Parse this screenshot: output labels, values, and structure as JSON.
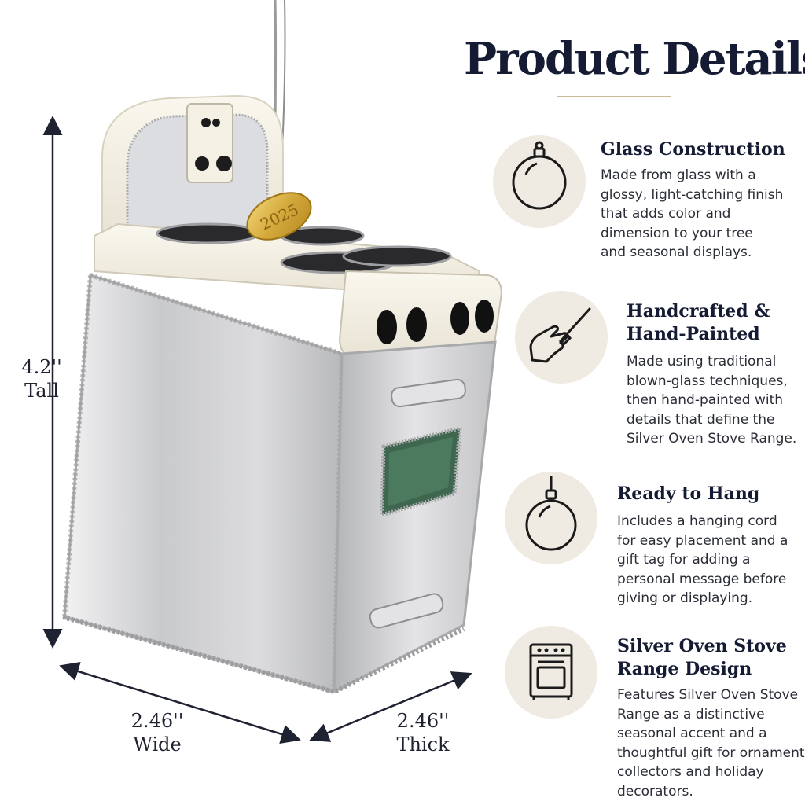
{
  "header": {
    "title": "Product Details"
  },
  "product_image": {
    "tag_text": "2025",
    "dimensions": {
      "height_value": "4.2''",
      "height_label": "Tall",
      "width_value": "2.46''",
      "width_label": "Wide",
      "depth_value": "2.46''",
      "depth_label": "Thick"
    }
  },
  "features": [
    {
      "icon": "ornament-icon",
      "title_lines": [
        "Glass Construction"
      ],
      "desc_lines": [
        "Made from glass with a",
        "glossy, light-catching finish",
        "that adds color and",
        "dimension to your tree",
        "and seasonal displays."
      ]
    },
    {
      "icon": "hand-brush-icon",
      "title_lines": [
        "Handcrafted &",
        "Hand-Painted"
      ],
      "desc_lines": [
        "Made using traditional",
        "blown-glass techniques,",
        "then hand-painted with",
        "details that define the",
        "Silver Oven Stove Range."
      ]
    },
    {
      "icon": "hanging-ornament-icon",
      "title_lines": [
        "Ready to Hang"
      ],
      "desc_lines": [
        "Includes a hanging cord",
        "for easy placement and a",
        "gift tag for adding a",
        "personal message before",
        "giving or displaying."
      ]
    },
    {
      "icon": "stove-icon",
      "title_lines": [
        "Silver Oven Stove",
        "Range Design"
      ],
      "desc_lines": [
        "Features Silver Oven Stove",
        "Range as a distinctive",
        "seasonal accent and a",
        "thoughtful gift for ornament",
        "collectors and holiday",
        "decorators."
      ]
    }
  ],
  "colors": {
    "title_navy": "#141b33",
    "accent_gold": "#c9b98f",
    "icon_circle": "#efebe2",
    "silver": "#c8c9cb"
  }
}
